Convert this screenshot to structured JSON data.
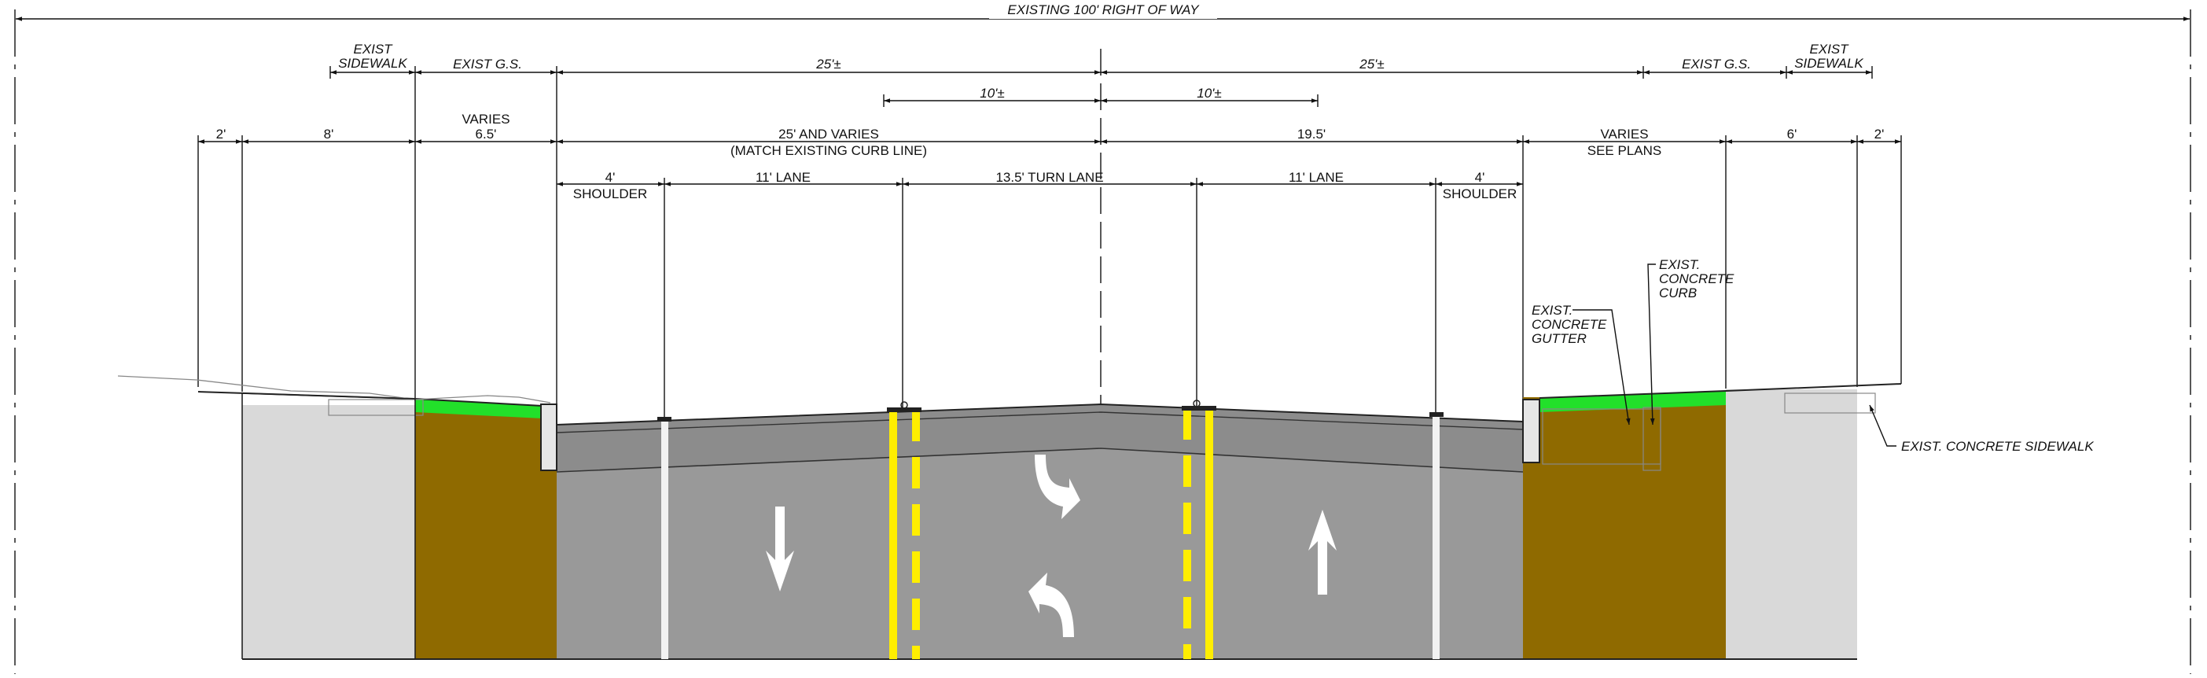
{
  "row": {
    "title": "EXISTING 100' RIGHT OF WAY",
    "left_sidewalk": "EXIST SIDEWALK",
    "left_gs": "EXIST G.S.",
    "left_half": "25'±",
    "right_half": "25'±",
    "left_10": "10'±",
    "right_10": "10'±",
    "right_gs": "EXIST G.S.",
    "right_sidewalk": "EXIST SIDEWALK"
  },
  "widths": {
    "w_2_left": "2'",
    "w_8": "8'",
    "w_varies_left": "VARIES",
    "w_65": "6.5'",
    "w_25_varies": "25' AND VARIES",
    "w_match_curb": "(MATCH EXISTING CURB LINE)",
    "w_195": "19.5'",
    "w_varies_right": "VARIES",
    "w_see_plans": "SEE PLANS",
    "w_6": "6'",
    "w_2_right": "2'"
  },
  "lanes": {
    "shoulder_left_w": "4'",
    "shoulder_left": "SHOULDER",
    "lane_left": "11' LANE",
    "turn_lane": "13.5' TURN LANE",
    "lane_right": "11' LANE",
    "shoulder_right_w": "4'",
    "shoulder_right": "SHOULDER"
  },
  "callouts": {
    "curb": [
      "EXIST.",
      "CONCRETE",
      "CURB"
    ],
    "gutter": [
      "EXIST.",
      "CONCRETE",
      "GUTTER"
    ],
    "sidewalk": "EXIST. CONCRETE SIDEWALK"
  },
  "colors": {
    "pavement": "#999999",
    "soil": "#8f6a00",
    "grass": "#22e02a",
    "sidewalk": "#d9d9d9",
    "yellow_stripe": "#ffee00",
    "white_stripe": "#f2f2f2"
  }
}
